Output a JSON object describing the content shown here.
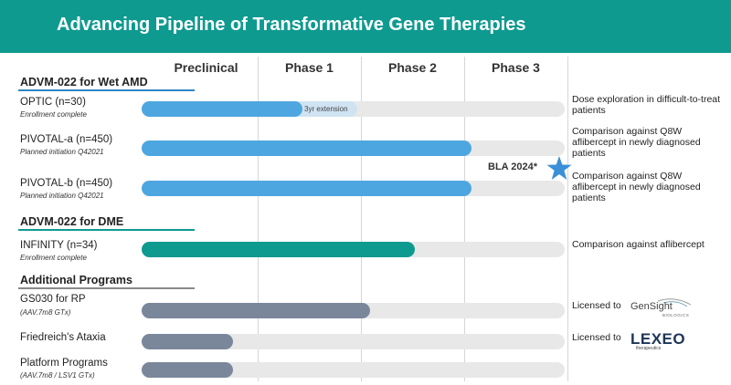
{
  "title": "Advancing Pipeline of Transformative Gene Therapies",
  "phases": [
    "Preclinical",
    "Phase 1",
    "Phase 2",
    "Phase 3"
  ],
  "sections": [
    {
      "label": "ADVM-022  for Wet AMD",
      "accent": "#2f86c6"
    },
    {
      "label": "ADVM-022  for DME",
      "accent": "#0f9a90"
    },
    {
      "label": "Additional Programs",
      "accent": "#8a8a8a"
    }
  ],
  "programs": [
    {
      "name": "OPTIC  (n=30)",
      "sub": "Enrollment complete",
      "progress": 0.38,
      "color": "#4ea6e0",
      "extension_label": "3yr extension",
      "extension_progress": 0.51
    },
    {
      "name": "PIVOTAL-a  (n=450)",
      "sub": "Planned initiation Q42021",
      "progress": 0.78,
      "color": "#4ea6e0"
    },
    {
      "name": "PIVOTAL-b  (n=450)",
      "sub": "Planned initiation Q42021",
      "progress": 0.78,
      "color": "#4ea6e0"
    },
    {
      "name": "INFINITY  (n=34)",
      "sub": "Enrollment complete",
      "progress": 0.645,
      "color": "#0f9a90"
    },
    {
      "name": "GS030 for RP",
      "sub": "(AAV.7m8 GTx)",
      "progress": 0.54,
      "color": "#7a879b"
    },
    {
      "name": "Friedreich's Ataxia",
      "sub": "",
      "progress": 0.215,
      "color": "#7a879b"
    },
    {
      "name": "Platform Programs",
      "sub": "(AAV.7m8 / LSV1 GTx)",
      "progress": 0.215,
      "color": "#7a879b"
    }
  ],
  "notes": [
    "Dose exploration in difficult-to-treat patients",
    "Comparison against Q8W aflibercept in newly diagnosed patients",
    "Comparison against Q8W aflibercept in newly diagnosed patients",
    "Comparison against aflibercept"
  ],
  "milestone": {
    "label": "BLA 2024*",
    "icon": "star-icon",
    "color": "#3a8fd8"
  },
  "licenses": [
    {
      "label": "Licensed to",
      "partner": "GenSight",
      "partner_sub": "BIOLOGICS"
    },
    {
      "label": "Licensed to",
      "partner": "LEXEO",
      "partner_sub": "therapeutics"
    }
  ],
  "colors": {
    "header": "#0f9a90",
    "track": "#e8e8e8"
  }
}
